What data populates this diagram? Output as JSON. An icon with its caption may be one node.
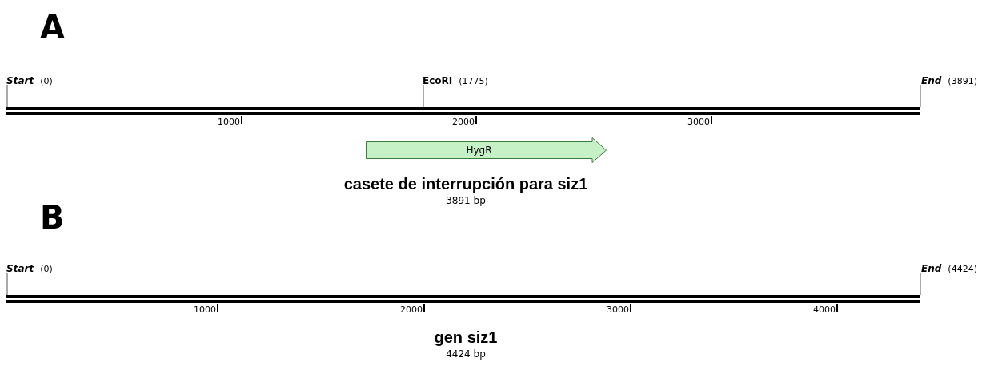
{
  "diagram": {
    "nodes": [
      {
        "text": [],
        "shape": "bar"
      },
      {
        "text": [
          "Start",
          "(0)"
        ]
      },
      {
        "text": [
          "EcoRI",
          "(1775)"
        ]
      },
      {
        "text": [
          "End",
          "(3891)"
        ]
      },
      {
        "text": [
          "HygR"
        ]
      },
      {
        "text": [],
        "shape": "bar"
      },
      {
        "text": [
          "Start",
          "(0)"
        ]
      },
      {
        "text": [
          "End",
          "(4424)"
        ]
      }
    ],
    "edges": [
      {
        "from": 1,
        "to": 0,
        "arrow": "none"
      },
      {
        "from": 2,
        "to": 0,
        "arrow": "none"
      },
      {
        "from": 3,
        "to": 0,
        "arrow": "none"
      },
      {
        "from": 6,
        "to": 5,
        "arrow": "none"
      },
      {
        "from": 7,
        "to": 5,
        "arrow": "none"
      }
    ],
    "labels": [
      "A",
      "1000",
      "2000",
      "3000",
      "casete de interrupción para siz1",
      "3891 bp",
      "B",
      "1000",
      "2000",
      "3000",
      "4000",
      "gen siz1",
      "4424 bp"
    ]
  }
}
